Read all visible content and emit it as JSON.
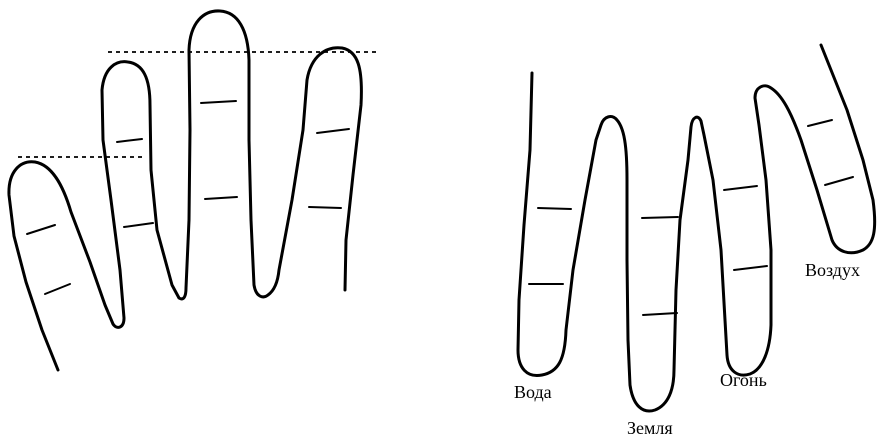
{
  "labels": {
    "water": "Вода",
    "earth": "Земля",
    "fire": "Огонь",
    "air": "Воздух"
  },
  "colors": {
    "ink": "#000000",
    "background": "#ffffff"
  }
}
